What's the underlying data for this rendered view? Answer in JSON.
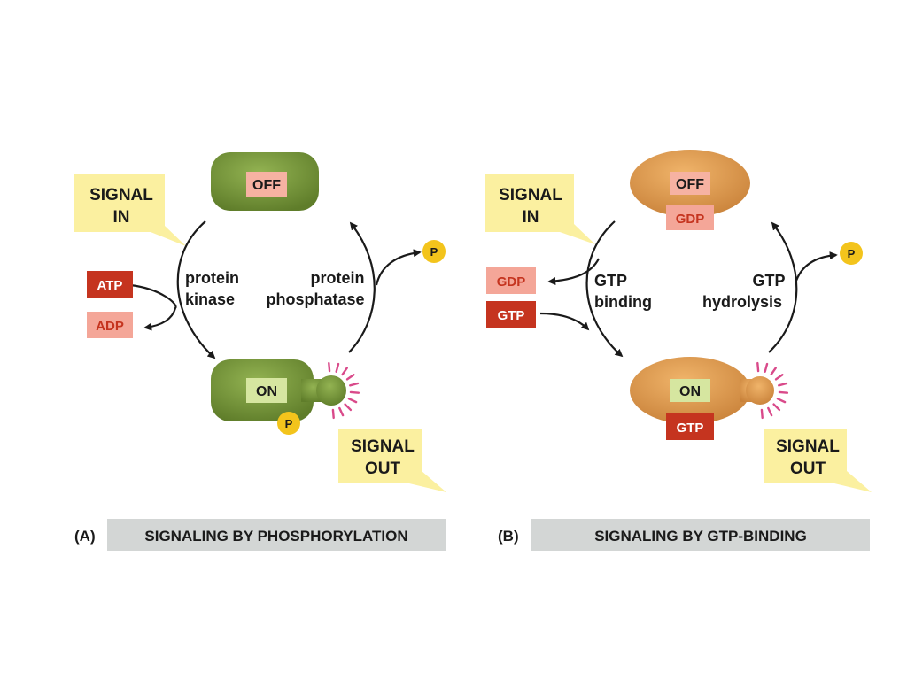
{
  "colors": {
    "green_protein": "#7a9a3e",
    "orange_protein": "#df9b4f",
    "signal_yellow": "#fbf0a0",
    "state_label_pink": "#f6b2a2",
    "state_label_green": "#d6e6a0",
    "triphosphate_red": "#c5341f",
    "diphosphate_pink": "#f4a698",
    "phosphate_yellow": "#f3c41c",
    "glow_pink": "#d94a8a",
    "caption_gray": "#d3d6d5"
  },
  "icons": {
    "activation_mark": "radiating-lines-icon",
    "phosphate": "phosphate-circle-icon"
  },
  "panel_a": {
    "signal_in": [
      "SIGNAL",
      "IN"
    ],
    "off_label": "OFF",
    "on_label": "ON",
    "atp": "ATP",
    "adp": "ADP",
    "kinase": [
      "protein",
      "kinase"
    ],
    "phosphatase": [
      "protein",
      "phosphatase"
    ],
    "phosphate": "P",
    "signal_out": [
      "SIGNAL",
      "OUT"
    ],
    "letter": "(A)",
    "caption": "SIGNALING BY PHOSPHORYLATION"
  },
  "panel_b": {
    "signal_in": [
      "SIGNAL",
      "IN"
    ],
    "off_label": "OFF",
    "off_nucleotide": "GDP",
    "on_label": "ON",
    "on_nucleotide": "GTP",
    "gdp": "GDP",
    "gtp": "GTP",
    "binding": [
      "GTP",
      "binding"
    ],
    "hydrolysis": [
      "GTP",
      "hydrolysis"
    ],
    "phosphate": "P",
    "signal_out": [
      "SIGNAL",
      "OUT"
    ],
    "letter": "(B)",
    "caption": "SIGNALING BY GTP-BINDING"
  }
}
